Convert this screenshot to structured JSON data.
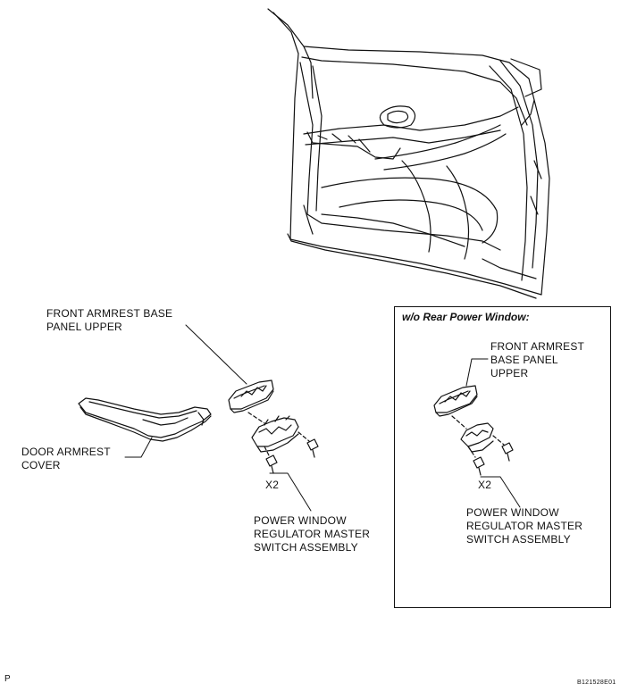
{
  "labels": {
    "front_armrest_base_panel_upper": "FRONT ARMREST BASE\nPANEL UPPER",
    "door_armrest_cover": "DOOR ARMREST\nCOVER",
    "x2": "x2",
    "power_window_switch": "POWER WINDOW\nREGULATOR MASTER\nSWITCH ASSEMBLY",
    "inset_title": "w/o Rear Power Window:",
    "inset_front_armrest": "FRONT ARMREST\nBASE PANEL\nUPPER",
    "inset_x2": "x2",
    "inset_power_window_switch": "POWER WINDOW\nREGULATOR MASTER\nSWITCH ASSEMBLY"
  },
  "footer": {
    "corner_mark": "P",
    "figure_code": "B121528E01"
  }
}
